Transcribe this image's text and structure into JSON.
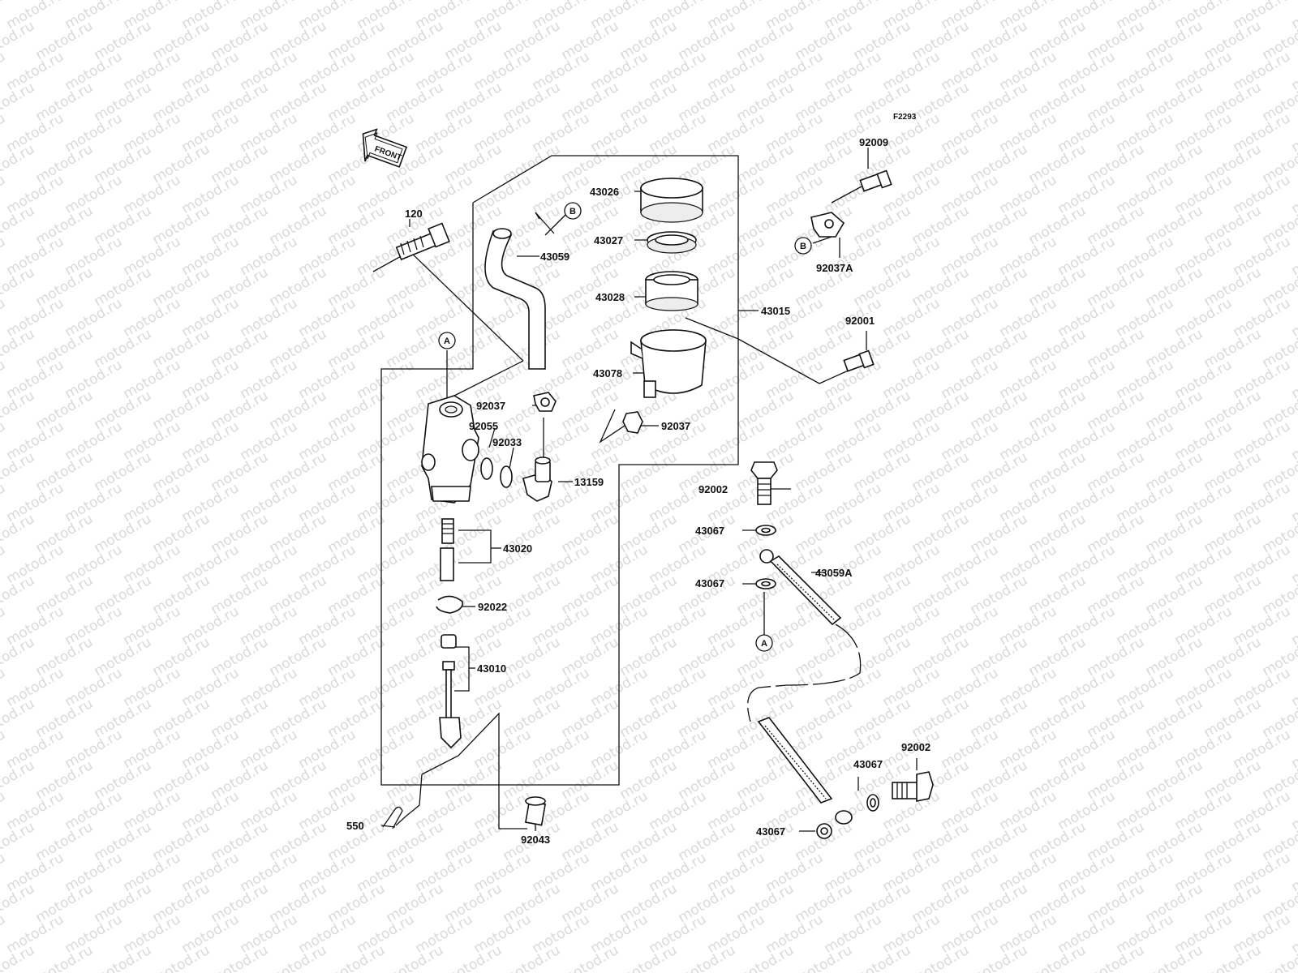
{
  "watermark": "motod.ru",
  "figure_code": "F2293",
  "front_label": "FRONT",
  "refs": {
    "a": "A",
    "b": "B"
  },
  "labels": {
    "p120": "120",
    "p43026": "43026",
    "p43027": "43027",
    "p43059": "43059",
    "p43028": "43028",
    "p43015": "43015",
    "p43078": "43078",
    "p92037_clamp": "92037",
    "p92037_clip": "92037",
    "p92055": "92055",
    "p92033": "92033",
    "p13159": "13159",
    "p43020": "43020",
    "p92022": "92022",
    "p43010": "43010",
    "p550": "550",
    "p92043": "92043",
    "p92009": "92009",
    "p92037a": "92037A",
    "p92001": "92001",
    "p92002_top": "92002",
    "p43067_1": "43067",
    "p43059a": "43059A",
    "p43067_2": "43067",
    "p92002_bottom": "92002",
    "p43067_3": "43067",
    "p43067_4": "43067"
  }
}
